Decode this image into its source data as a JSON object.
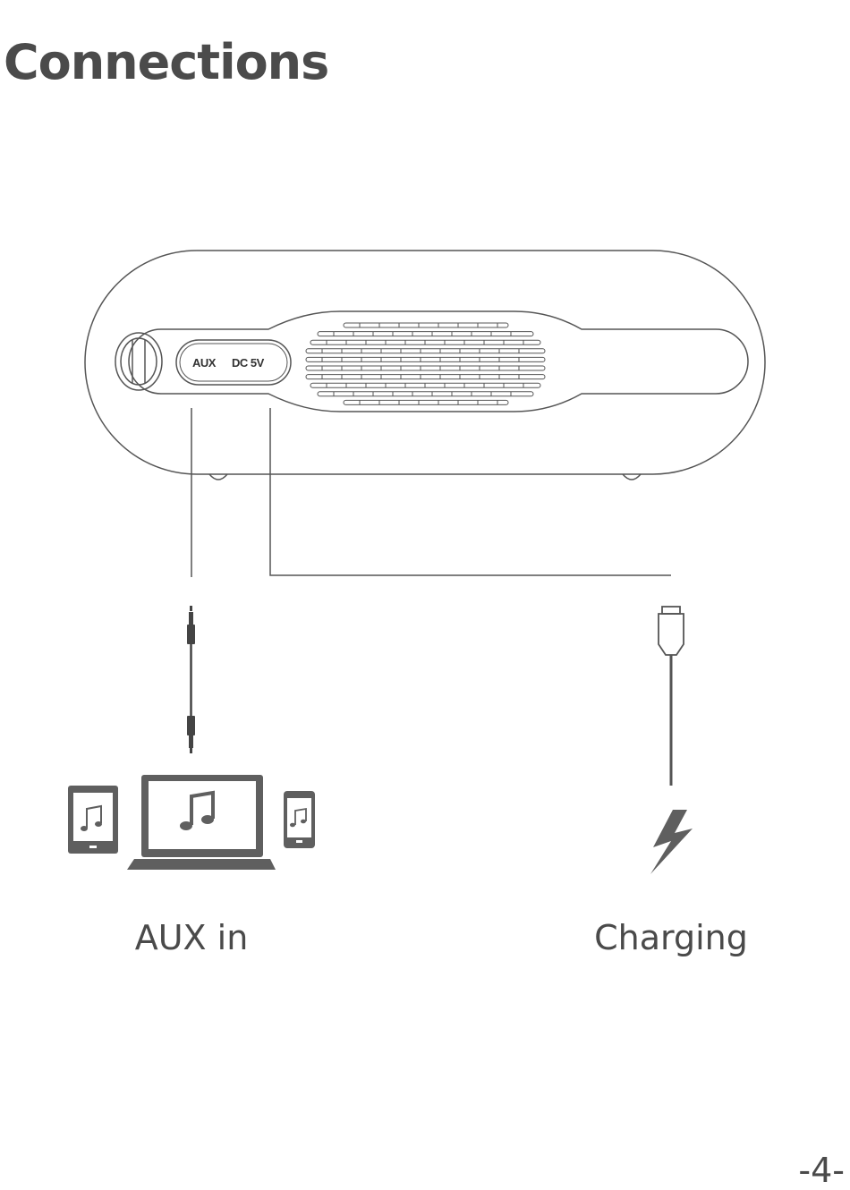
{
  "page": {
    "title": "Connections",
    "page_number": "-4-"
  },
  "device": {
    "ports": [
      {
        "label": "AUX"
      },
      {
        "label": "DC 5V"
      }
    ]
  },
  "connections": [
    {
      "label": "AUX in",
      "cable": "3.5mm-audio-cable",
      "source_icons": [
        "tablet-icon",
        "laptop-icon",
        "phone-icon"
      ]
    },
    {
      "label": "Charging",
      "cable": "usb-cable",
      "source_icons": [
        "lightning-icon"
      ]
    }
  ],
  "colors": {
    "line": "#555555",
    "fill": "#5f5f5f",
    "text": "#4a4a4a"
  }
}
